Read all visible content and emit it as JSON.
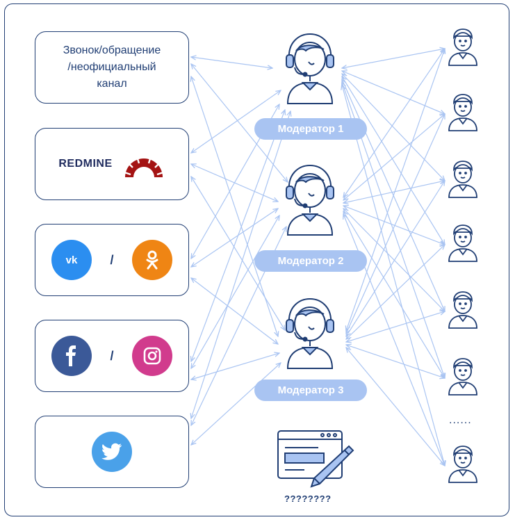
{
  "sources": [
    {
      "id": "call",
      "text": "Звонок/обращение\n/неофициальный\nканал"
    },
    {
      "id": "redmine",
      "text": "REDMINE",
      "icon": "redmine-logo-icon"
    },
    {
      "id": "vk-ok",
      "icons": [
        "vk-icon",
        "odnoklassniki-icon"
      ],
      "separator": "/"
    },
    {
      "id": "fb-ig",
      "icons": [
        "facebook-icon",
        "instagram-icon"
      ],
      "separator": "/"
    },
    {
      "id": "twitter",
      "icons": [
        "twitter-icon"
      ]
    }
  ],
  "moderators": [
    {
      "label": "Модератор 1"
    },
    {
      "label": "Модератор 2"
    },
    {
      "label": "Модератор 3"
    }
  ],
  "users_ellipsis": "......",
  "form_caption": "????????",
  "colors": {
    "frame": "#1f3d73",
    "arrow": "#a9c4f2",
    "label": "#a9c4f2",
    "vk": "#2b8ef0",
    "ok": "#ef8514",
    "facebook": "#3b5998",
    "instagram": "#d13b8d",
    "twitter": "#4aa1e9",
    "redmine": "#a41313"
  }
}
